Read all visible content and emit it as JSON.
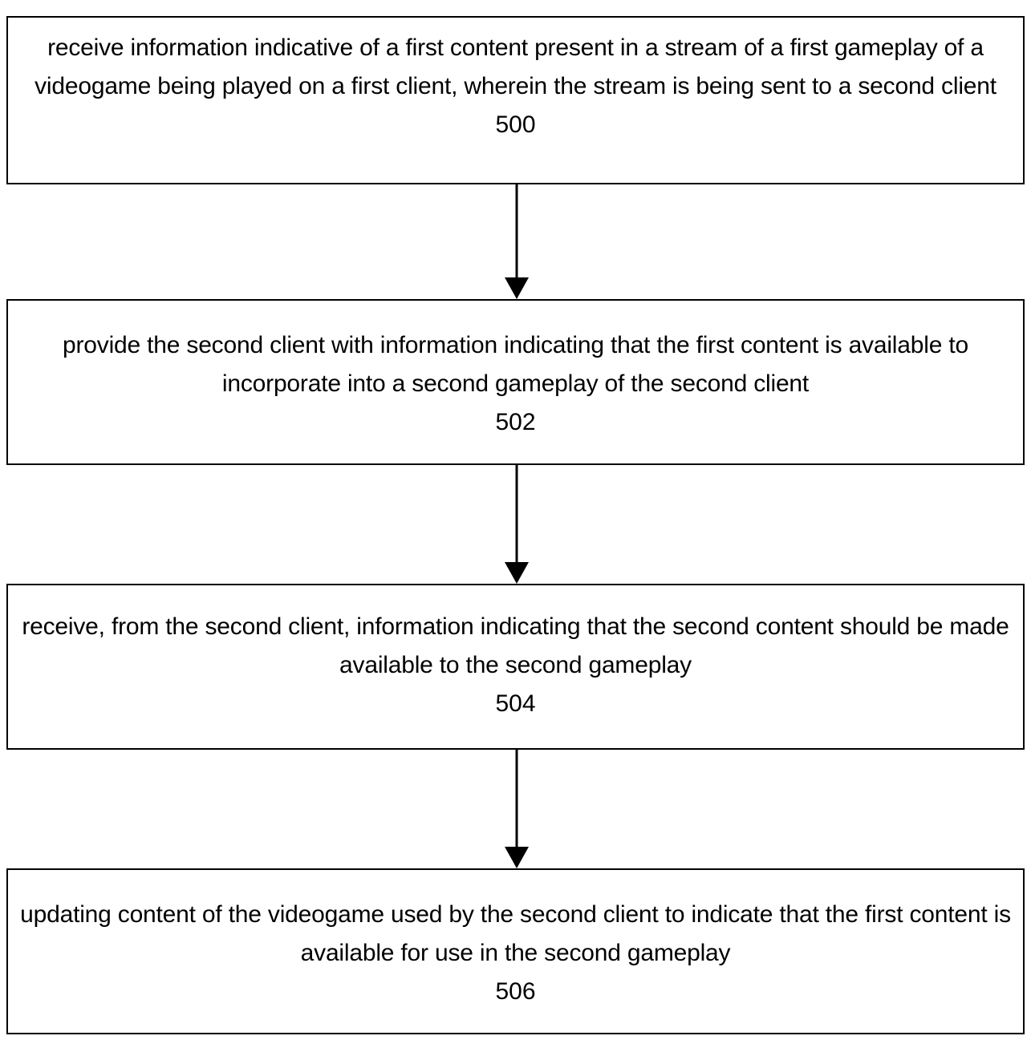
{
  "figure": {
    "type": "flowchart",
    "orientation": "vertical",
    "background_color": "#ffffff",
    "line_color": "#000000",
    "text_color": "#000000"
  },
  "nodes": [
    {
      "id": "500",
      "shape": "rectangle",
      "text": "receive information indicative of a first content present in a stream of a first gameplay of a videogame being played on a first client, wherein the stream is being sent to a second client",
      "reference_numeral": "500"
    },
    {
      "id": "502",
      "shape": "rectangle",
      "text": "provide the second client with information indicating that the first content is available to incorporate into a second gameplay of the second client",
      "reference_numeral": "502"
    },
    {
      "id": "504",
      "shape": "rectangle",
      "text": "receive, from the second client, information indicating that the second content should be made available to the second gameplay",
      "reference_numeral": "504"
    },
    {
      "id": "506",
      "shape": "rectangle",
      "text": "updating content of the videogame used by the second client to indicate that the first content is available for use in the second gameplay",
      "reference_numeral": "506"
    }
  ],
  "connectors": [
    {
      "id": "conn-1",
      "from": "500",
      "to": "502",
      "style": "solid-line-with-filled-arrowhead",
      "direction": "down"
    },
    {
      "id": "conn-2",
      "from": "502",
      "to": "504",
      "style": "solid-line-with-filled-arrowhead",
      "direction": "down"
    },
    {
      "id": "conn-3",
      "from": "504",
      "to": "506",
      "style": "solid-line-with-filled-arrowhead",
      "direction": "down"
    }
  ]
}
